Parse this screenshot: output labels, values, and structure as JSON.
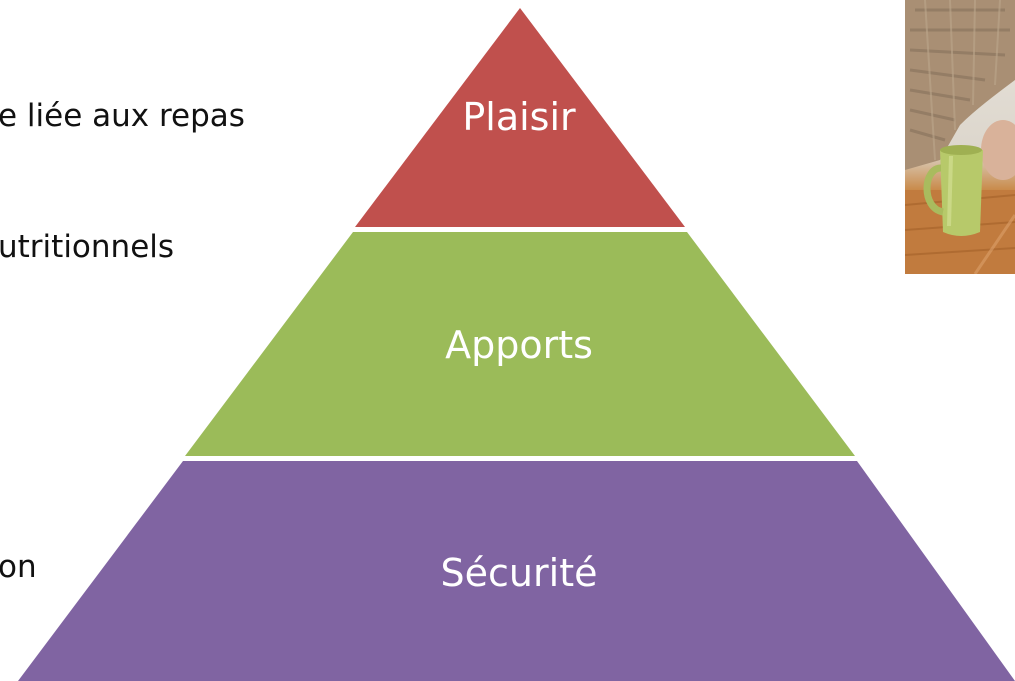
{
  "left_text": {
    "line1": "e liée aux repas",
    "line2": "utritionnels",
    "line3": "on"
  },
  "pyramid": {
    "tiers": [
      {
        "label": "Plaisir",
        "color": "#c0504d"
      },
      {
        "label": "Apports",
        "color": "#9bbb59"
      },
      {
        "label": "Sécurité",
        "color": "#8064a2"
      }
    ]
  },
  "photo": {
    "subject": "person holding a green mug at a wooden table"
  }
}
